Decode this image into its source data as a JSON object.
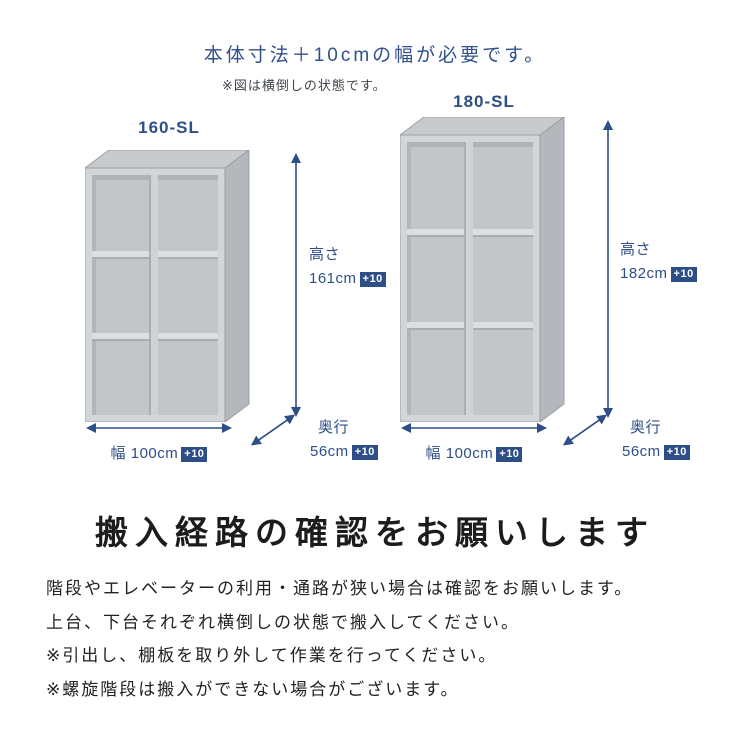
{
  "header": {
    "title": "本体寸法＋10cmの幅が必要です。",
    "note": "※図は横倒しの状態です。"
  },
  "colors": {
    "accent": "#2d4e86",
    "badge_bg": "#2d4e86",
    "cabinet_front": "#d3d6d9",
    "cabinet_side": "#b4b8bc",
    "cabinet_interior": "#c2c6c9"
  },
  "cabinets": [
    {
      "model": "160-SL",
      "height": {
        "label": "高さ",
        "value": "161cm",
        "plus": "+10"
      },
      "width": {
        "label": "幅",
        "value": "100cm",
        "plus": "+10"
      },
      "depth": {
        "label": "奥行",
        "value": "56cm",
        "plus": "+10"
      }
    },
    {
      "model": "180-SL",
      "height": {
        "label": "高さ",
        "value": "182cm",
        "plus": "+10"
      },
      "width": {
        "label": "幅",
        "value": "100cm",
        "plus": "+10"
      },
      "depth": {
        "label": "奥行",
        "value": "56cm",
        "plus": "+10"
      }
    }
  ],
  "footer": {
    "heading": "搬入経路の確認をお願いします",
    "lines": [
      "階段やエレベーターの利用・通路が狭い場合は確認をお願いします。",
      "上台、下台それぞれ横倒しの状態で搬入してください。",
      "※引出し、棚板を取り外して作業を行ってください。",
      "※螺旋階段は搬入ができない場合がございます。"
    ]
  }
}
